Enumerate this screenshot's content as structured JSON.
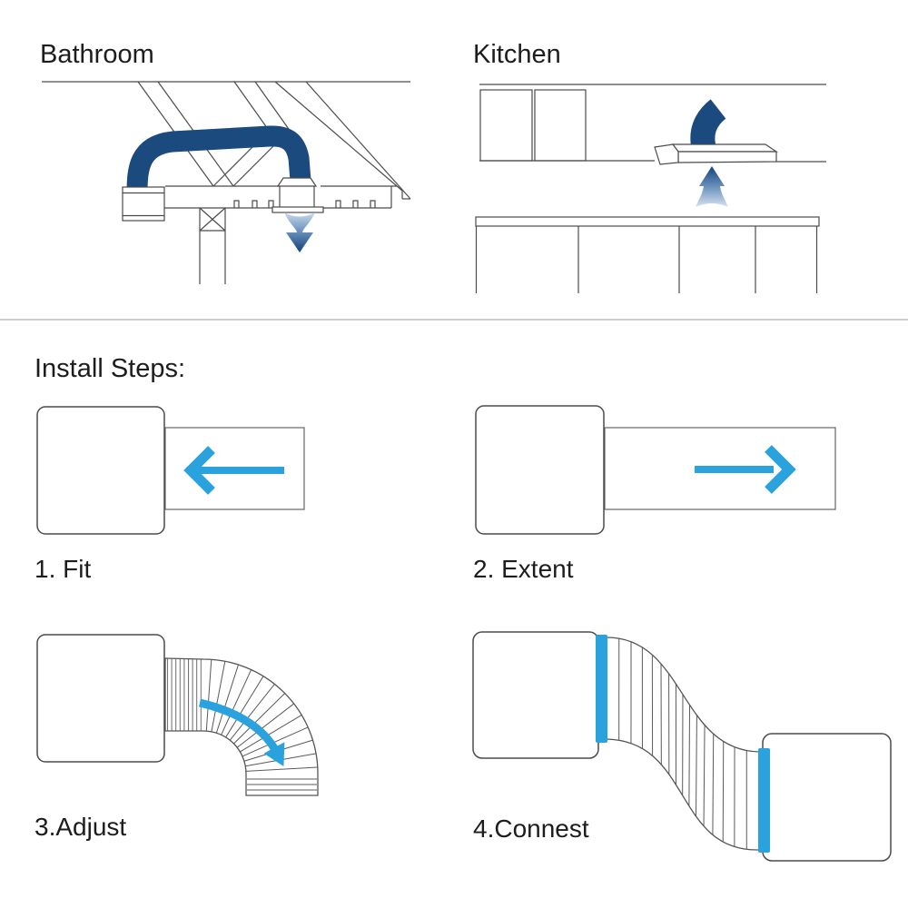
{
  "panels": {
    "bathroom": {
      "title": "Bathroom"
    },
    "kitchen": {
      "title": "Kitchen"
    }
  },
  "install": {
    "heading": "Install Steps:",
    "steps": [
      {
        "id": 1,
        "label": "1. Fit"
      },
      {
        "id": 2,
        "label": "2. Extent"
      },
      {
        "id": 3,
        "label": "3.Adjust"
      },
      {
        "id": 4,
        "label": "4.Connest"
      }
    ]
  },
  "icons": {
    "bathroom_airflow": "airflow-down-arrow-icon",
    "kitchen_airflow": "airflow-up-arrow-icon",
    "step1_arrow": "arrow-left-icon",
    "step2_arrow": "arrow-right-icon",
    "step3_arrow": "curved-arrow-icon"
  },
  "colors": {
    "duct_navy": "#1a4a7e",
    "arrow_blue": "#29a2de",
    "connector_blue": "#29a2de",
    "line_dark": "#4b4b4b",
    "rib_gray": "#b8b8b8",
    "divider_gray": "#cbcbcb",
    "text": "#1d1d1d",
    "background": "#ffffff"
  }
}
